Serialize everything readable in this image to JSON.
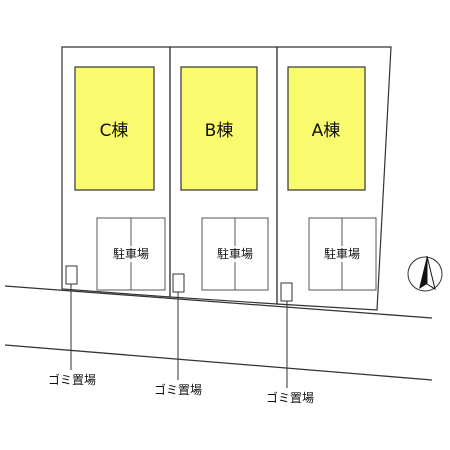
{
  "buildings": [
    {
      "label": "C棟",
      "color": "#fafa6e"
    },
    {
      "label": "B棟",
      "color": "#fafa6e"
    },
    {
      "label": "A棟",
      "color": "#fafa6e"
    }
  ],
  "parking": [
    {
      "label": "駐車場"
    },
    {
      "label": "駐車場"
    },
    {
      "label": "駐車場"
    }
  ],
  "garbage": [
    {
      "label": "ゴミ置場"
    },
    {
      "label": "ゴミ置場"
    },
    {
      "label": "ゴミ置場"
    }
  ],
  "compass": {
    "icon": "north-arrow-icon"
  },
  "colors": {
    "line": "#333333",
    "building_fill": "#fafa6e"
  }
}
